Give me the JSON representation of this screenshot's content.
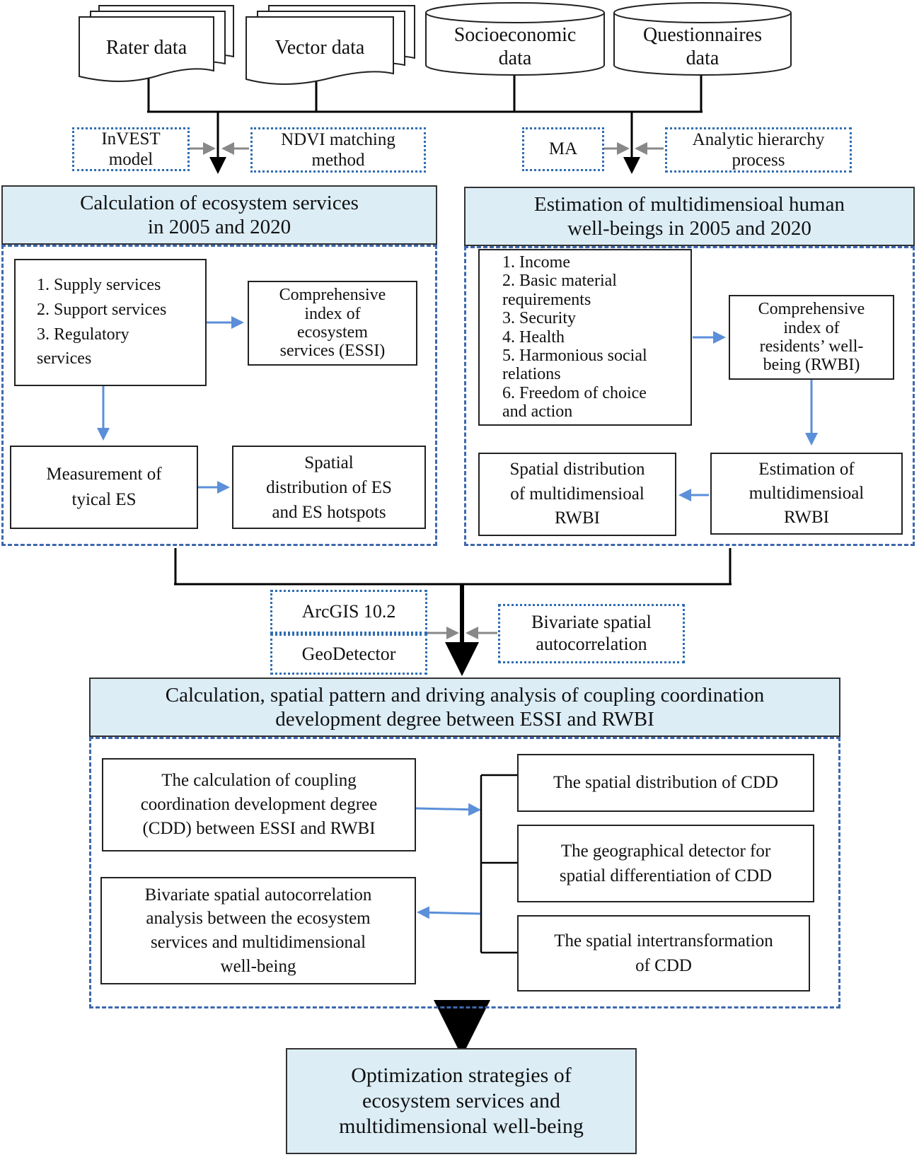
{
  "inputs": {
    "raster": "Rater data",
    "vector": "Vector data",
    "socio": [
      "Socioeconomic",
      "data"
    ],
    "quest": [
      "Questionnaires",
      "data"
    ]
  },
  "methods_left": {
    "invest": [
      "InVEST",
      "model"
    ],
    "ndvi": [
      "NDVI matching",
      "method"
    ]
  },
  "methods_right": {
    "ma": "MA",
    "ahp": [
      "Analytic hierarchy",
      "process"
    ]
  },
  "left_panel": {
    "header": [
      "Calculation of ecosystem services",
      "in 2005 and 2020"
    ],
    "services": [
      "1. Supply services",
      "2. Support services",
      "3. Regulatory",
      "services"
    ],
    "essi": [
      "Comprehensive",
      "index of",
      "ecosystem",
      "services (ESSI)"
    ],
    "typical": [
      "Measurement of",
      "tyical ES"
    ],
    "spatial": [
      "Spatial",
      "distribution of ES",
      "and ES hotspots"
    ]
  },
  "right_panel": {
    "header": [
      "Estimation of multidimensioal human",
      "well-beings in 2005 and 2020"
    ],
    "dimensions": [
      "1. Income",
      "2. Basic material",
      "requirements",
      "3. Security",
      "4. Health",
      "5. Harmonious social",
      "relations",
      "6. Freedom of choice",
      "and action"
    ],
    "rwbi": [
      "Comprehensive",
      "index of",
      "residents’ well-",
      "being (RWBI)"
    ],
    "estimation": [
      "Estimation of",
      "multidimensioal",
      "RWBI"
    ],
    "spatial": [
      "Spatial distribution",
      "of multidimensioal",
      "RWBI"
    ]
  },
  "tools": {
    "arcgis": "ArcGIS 10.2",
    "geodetector": "GeoDetector",
    "bivariate": [
      "Bivariate spatial",
      "autocorrelation"
    ]
  },
  "coupling": {
    "header": [
      "Calculation, spatial pattern and driving analysis of coupling coordination",
      "development degree between ESSI and RWBI"
    ],
    "calc": [
      "The calculation of coupling",
      "coordination development degree",
      "(CDD) between ESSI and RWBI"
    ],
    "bivariate": [
      "Bivariate spatial autocorrelation",
      "analysis between the  ecosystem",
      "services and multidimensional",
      "well-being"
    ],
    "spatial_cdd": "The spatial distribution of CDD",
    "geo_detector": [
      "The geographical detector for",
      "spatial differentiation of CDD"
    ],
    "intertransform": [
      "The spatial intertransformation",
      "of CDD"
    ]
  },
  "output": [
    "Optimization strategies of",
    "ecosystem services and",
    "multidimensional well-being"
  ],
  "colors": {
    "header_fill": "#dcedf6",
    "blue_arrow": "#5b8fd9",
    "dashed_border": "#3d68ad",
    "dotted_border": "#2f6db2"
  }
}
